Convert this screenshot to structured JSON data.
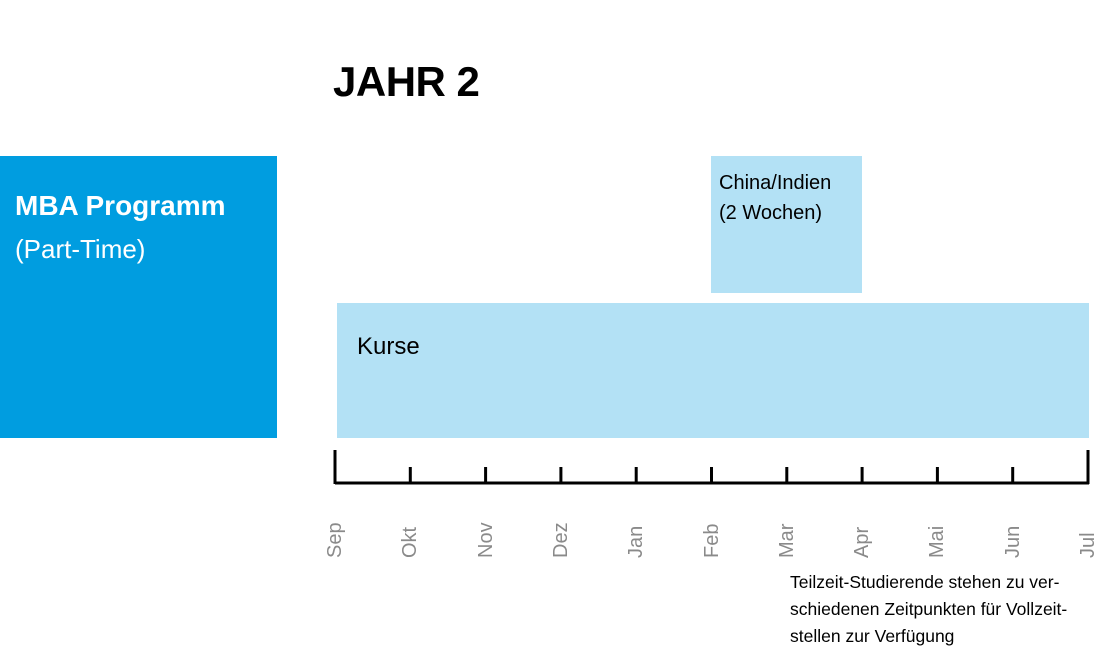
{
  "title": "JAHR 2",
  "program": {
    "name": "MBA Programm",
    "subtitle": "(Part-Time)",
    "color": "#009de0"
  },
  "bars": {
    "color": "#b3e1f5",
    "china": {
      "line1": "China/Indien",
      "line2": "(2 Wochen)",
      "start": "Feb",
      "end": "Apr"
    },
    "kurse": {
      "label": "Kurse",
      "start": "Sep",
      "end": "Jul"
    }
  },
  "timeline": {
    "months": [
      "Sep",
      "Okt",
      "Nov",
      "Dez",
      "Jan",
      "Feb",
      "Mar",
      "Apr",
      "Mai",
      "Jun",
      "Jul"
    ]
  },
  "note": "Teilzeit-Studierende stehen zu ver-schiedenen Zeitpunkten für Vollzeit-stellen zur Verfügung"
}
